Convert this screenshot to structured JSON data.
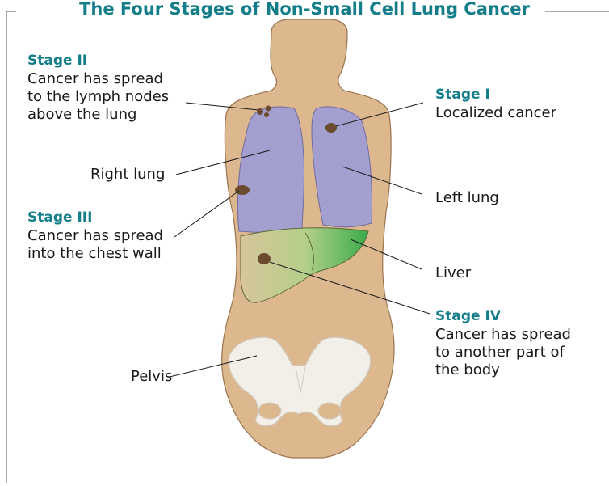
{
  "title": "The Four Stages of Non-Small Cell Lung Cancer",
  "stages": [
    {
      "heading": "Stage II",
      "lines": [
        "Cancer has spread",
        "to the lymph nodes",
        "above the lung"
      ]
    },
    {
      "heading": "Stage I",
      "lines": [
        "Localized cancer"
      ]
    },
    {
      "heading": "Stage III",
      "lines": [
        "Cancer has spread",
        "into the chest wall"
      ]
    },
    {
      "heading": "Stage IV",
      "lines": [
        "Cancer has spread",
        "to another part of",
        "the body"
      ]
    }
  ],
  "organs": {
    "right_lung": "Right lung",
    "left_lung": "Left lung",
    "liver": "Liver",
    "pelvis": "Pelvis"
  },
  "colors": {
    "title": "#137e8a",
    "skin": "#ddb88f",
    "lung": "#a39fcf",
    "liver_light": "#c8d59a",
    "liver_dark": "#39ac4a",
    "tumor": "#6b4a2d",
    "bone": "#f2efe9"
  }
}
